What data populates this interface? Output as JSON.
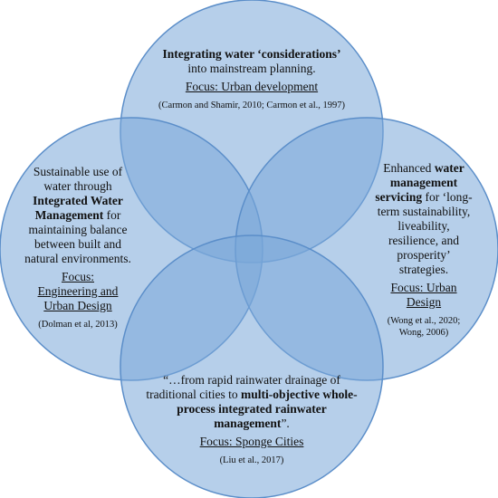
{
  "circles": {
    "fill": "#7aa8d8",
    "stroke": "#5b8ec9",
    "fill_opacity": 0.55
  },
  "top": {
    "line1_bold": "Integrating water ‘considerations’",
    "line2": "into mainstream planning.",
    "focus": "Focus: Urban development",
    "citation": "(Carmon and Shamir, 2010; Carmon et al., 1997)"
  },
  "left": {
    "line1": "Sustainable use of",
    "line2": "water through",
    "bold": "Integrated Water Management",
    "rest": "for maintaining balance between built and natural environments.",
    "focus_line1": "Focus:",
    "focus_line2": "Engineering and",
    "focus_line3": "Urban Design",
    "citation": "(Dolman et al, 2013)"
  },
  "right": {
    "pre": "Enhanced",
    "bold": "water management servicing",
    "rest": "for ‘long-term sustainability, liveability, resilience, and prosperity’ strategies.",
    "focus_line1": "Focus: Urban",
    "focus_line2": "Design",
    "citation_line1": "(Wong et al., 2020;",
    "citation_line2": "Wong, 2006)"
  },
  "bottom": {
    "pre": "“…from rapid rainwater drainage of traditional cities to",
    "bold": "multi-objective whole-process integrated rainwater management",
    "post": "”.",
    "focus": "Focus: Sponge Cities",
    "citation": "(Liu et al., 2017)"
  }
}
